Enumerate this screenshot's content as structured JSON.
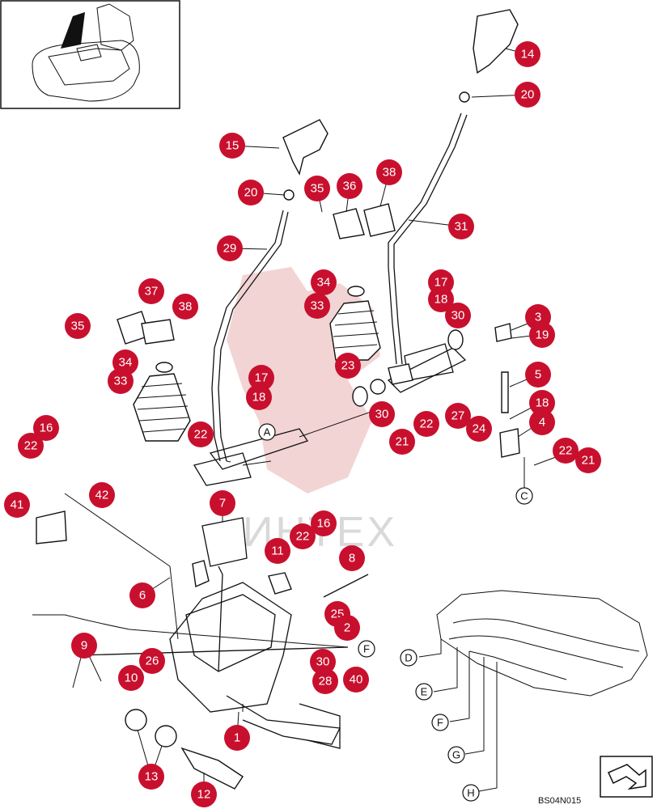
{
  "diagram_code": "BS04N015",
  "watermark": "ИНТЕХ",
  "part_numbers": [
    "14",
    "20",
    "15",
    "20",
    "35",
    "36",
    "38",
    "31",
    "29",
    "34",
    "17",
    "18",
    "33",
    "30",
    "3",
    "19",
    "37",
    "38",
    "35",
    "34",
    "33",
    "23",
    "17",
    "18",
    "30",
    "22",
    "27",
    "5",
    "24",
    "18",
    "4",
    "22",
    "21",
    "21",
    "22",
    "16",
    "22",
    "41",
    "42",
    "7",
    "11",
    "22",
    "16",
    "8",
    "6",
    "25",
    "2",
    "9",
    "26",
    "10",
    "30",
    "28",
    "40",
    "1",
    "13",
    "12"
  ],
  "view_letters": [
    "A",
    "C",
    "F",
    "D",
    "E",
    "F",
    "G",
    "H"
  ]
}
